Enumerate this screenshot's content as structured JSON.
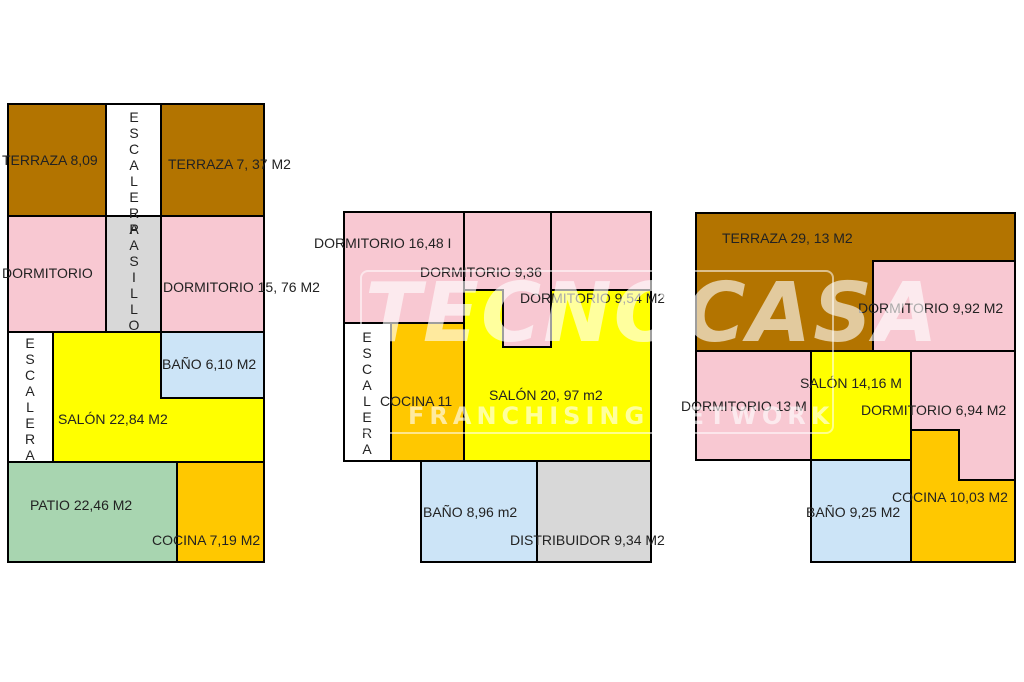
{
  "colors": {
    "terraza": "#b37400",
    "dormitorio": "#f8c8d2",
    "salon": "#ffff00",
    "bano": "#cce4f7",
    "cocina": "#ffc800",
    "patio": "#a8d5b0",
    "pasillo": "#d8d8d8",
    "escalera": "#ffffff"
  },
  "plan1": {
    "terraza_left": "TERRAZA 8,09",
    "escalera_top": [
      "E",
      "S",
      "C",
      "A",
      "L",
      "E",
      "R",
      "A"
    ],
    "terraza_right": "TERRAZA 7, 37 M2",
    "dormitorio_left": "DORMITORIO",
    "pasillo": [
      "P",
      "A",
      "S",
      "I",
      "L",
      "L",
      "O"
    ],
    "dormitorio_right": "DORMITORIO 15, 76 M2",
    "escalera_bottom": [
      "E",
      "S",
      "C",
      "A",
      "L",
      "E",
      "R",
      "A"
    ],
    "salon": "SALÓN 22,84 M2",
    "bano": "BAÑO 6,10 M2",
    "patio": "PATIO 22,46 M2",
    "cocina": "COCINA 7,19 M2"
  },
  "plan2": {
    "dormitorio_a": "DORMITORIO 16,48 I",
    "dormitorio_b": "DORMITORIO 9,36",
    "dormitorio_c": "DORMITORIO 9,54 M2",
    "escalera": [
      "E",
      "S",
      "C",
      "A",
      "L",
      "E",
      "R",
      "A"
    ],
    "cocina": "COCINA 11",
    "salon": "SALÓN 20, 97 m2",
    "bano": "BAÑO 8,96 m2",
    "distribuidor": "DISTRIBUIDOR 9,34 M2"
  },
  "plan3": {
    "terraza": "TERRAZA 29, 13 M2",
    "dormitorio_a": "DORMITORIO 9,92 M2",
    "dormitorio_b": "DORMITORIO 13 M",
    "salon": "SALÓN 14,16 M",
    "dormitorio_c": "DORMITORIO 6,94 M2",
    "bano": "BAÑO 9,25 M2",
    "cocina": "COCINA 10,03 M2"
  },
  "watermark": {
    "brand": "TECNOCASA",
    "sub": "FRANCHISING NETWORK"
  }
}
